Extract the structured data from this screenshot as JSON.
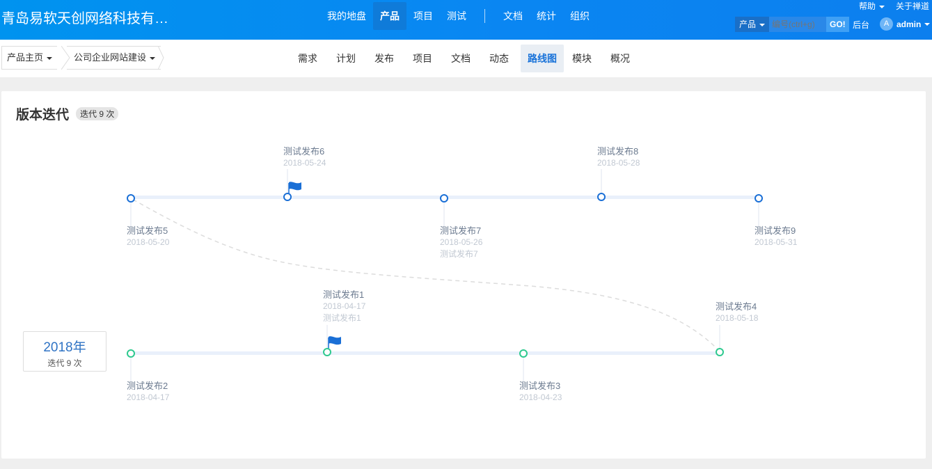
{
  "header": {
    "company": "青岛易软天创网络科技有…",
    "nav": [
      "我的地盘",
      "产品",
      "项目",
      "测试"
    ],
    "nav2": [
      "文档",
      "统计",
      "组织"
    ],
    "help": "帮助",
    "about": "关于禅道",
    "search_type": "产品",
    "search_placeholder": "编号(ctrl+g)",
    "go": "GO!",
    "backend": "后台",
    "avatar": "A",
    "user": "admin"
  },
  "subheader": {
    "crumb_home": "产品主页",
    "crumb_product": "公司企业网站建设",
    "tabs": [
      "需求",
      "计划",
      "发布",
      "项目",
      "文档",
      "动态",
      "路线图",
      "模块",
      "概况"
    ],
    "active_tab": "路线图"
  },
  "panel": {
    "title": "版本迭代",
    "badge": "迭代 9 次",
    "year": "2018年",
    "year_count": "迭代 9 次"
  },
  "releases": [
    {
      "name": "测试发布5",
      "date": "2018-05-20",
      "desc": ""
    },
    {
      "name": "测试发布6",
      "date": "2018-05-24",
      "desc": ""
    },
    {
      "name": "测试发布7",
      "date": "2018-05-26",
      "desc": "测试发布7"
    },
    {
      "name": "测试发布8",
      "date": "2018-05-28",
      "desc": ""
    },
    {
      "name": "测试发布9",
      "date": "2018-05-31",
      "desc": ""
    },
    {
      "name": "测试发布2",
      "date": "2018-04-17",
      "desc": ""
    },
    {
      "name": "测试发布1",
      "date": "2018-04-17",
      "desc": "测试发布1"
    },
    {
      "name": "测试发布3",
      "date": "2018-04-23",
      "desc": ""
    },
    {
      "name": "测试发布4",
      "date": "2018-05-18",
      "desc": ""
    }
  ],
  "colors": {
    "header_bg": "#0093ef",
    "row1_node": "#1a6fd6",
    "row2_node": "#2ec98f",
    "flag": "#1a6fd6"
  }
}
